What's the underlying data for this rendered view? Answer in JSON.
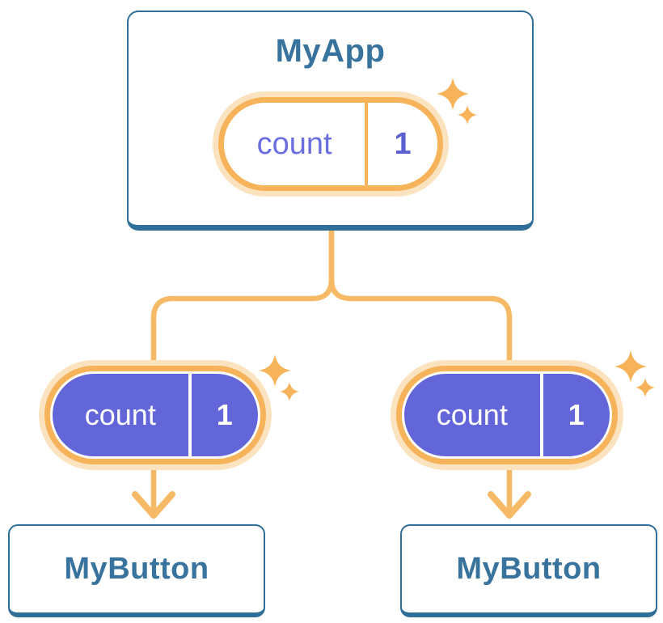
{
  "diagram": {
    "root": {
      "title": "MyApp",
      "pill": {
        "label": "count",
        "value": "1"
      }
    },
    "branches": [
      {
        "pill": {
          "label": "count",
          "value": "1"
        },
        "card": {
          "title": "MyButton"
        }
      },
      {
        "pill": {
          "label": "count",
          "value": "1"
        },
        "card": {
          "title": "MyButton"
        }
      }
    ]
  },
  "icons": {
    "sparkle": "sparkle-icon"
  },
  "colors": {
    "background": "#FFFFFF",
    "card_border": "#2F6E97",
    "title_text": "#38739E",
    "halo": "#FBE3C0",
    "ring": "#F6B35A",
    "line": "#F6BA66",
    "pill_purple": "#6366D9",
    "label_purple": "#6B6FDE",
    "value_purple": "#5A5FD1",
    "pill_text_light": "#FFFFFF"
  }
}
